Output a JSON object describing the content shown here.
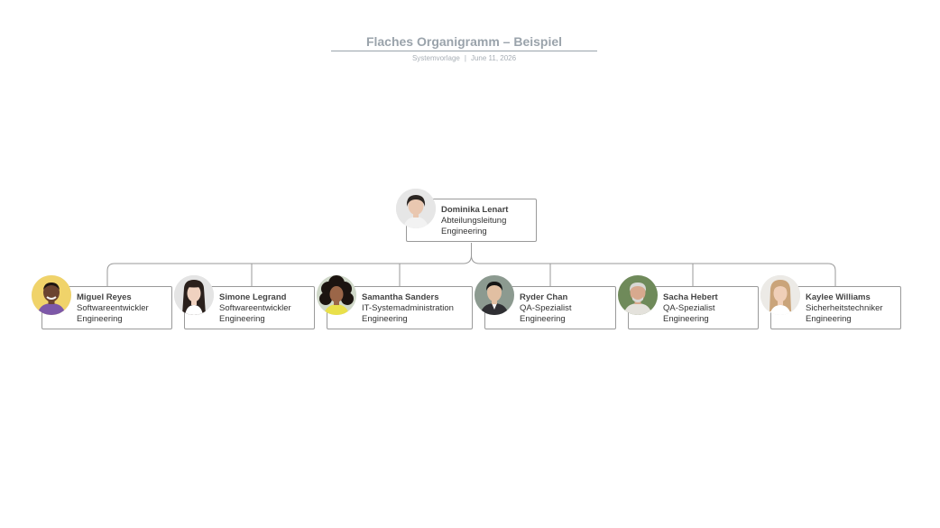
{
  "header": {
    "title": "Flaches Organigramm – Beispiel",
    "template": "Systemvorlage",
    "separator": "|",
    "date": "June 11, 2026"
  },
  "root": {
    "name": "Dominika Lenart",
    "role": "Abteilungsleitung",
    "dept": "Engineering",
    "avatar_icon": "person-photo-woman-dark-hair",
    "avatar_colors": {
      "bg": "#e6e6e6",
      "hair": "#2b2522",
      "skin": "#e9c7b0",
      "shirt": "#f2f2f2"
    }
  },
  "reports": [
    {
      "name": "Miguel Reyes",
      "role": "Softwareentwickler",
      "dept": "Engineering",
      "avatar_icon": "person-photo-man",
      "avatar_colors": {
        "bg": "#f0d36a",
        "hair": "#1e1612",
        "skin": "#6b4430",
        "shirt": "#7d58a8"
      }
    },
    {
      "name": "Simone Legrand",
      "role": "Softwareentwickler",
      "dept": "Engineering",
      "avatar_icon": "person-photo-woman",
      "avatar_colors": {
        "bg": "#e4e4e4",
        "hair": "#2a201c",
        "skin": "#f0d2c0",
        "shirt": "#ffffff"
      }
    },
    {
      "name": "Samantha Sanders",
      "role": "IT-Systemadministration",
      "dept": "Engineering",
      "avatar_icon": "person-photo-woman-curly-hair",
      "avatar_colors": {
        "bg": "#cfd8c8",
        "hair": "#1c1410",
        "skin": "#9b6648",
        "shirt": "#e9e04a"
      }
    },
    {
      "name": "Ryder Chan",
      "role": "QA-Spezialist",
      "dept": "Engineering",
      "avatar_icon": "person-photo-man",
      "avatar_colors": {
        "bg": "#8c9a90",
        "hair": "#151515",
        "skin": "#e1bfa2",
        "shirt": "#2f2f33"
      }
    },
    {
      "name": "Sacha Hebert",
      "role": "QA-Spezialist",
      "dept": "Engineering",
      "avatar_icon": "person-photo-man-grey-hair",
      "avatar_colors": {
        "bg": "#6f8a5a",
        "hair": "#d8d8d4",
        "skin": "#d8a98e",
        "shirt": "#e4e2dc"
      }
    },
    {
      "name": "Kaylee Williams",
      "role": "Sicherheitstechniker",
      "dept": "Engineering",
      "avatar_icon": "person-photo-woman-blonde",
      "avatar_colors": {
        "bg": "#eceae6",
        "hair": "#caa47a",
        "skin": "#f0cfb8",
        "shirt": "#ffffff"
      }
    }
  ],
  "line_color": "#9a9a9a"
}
